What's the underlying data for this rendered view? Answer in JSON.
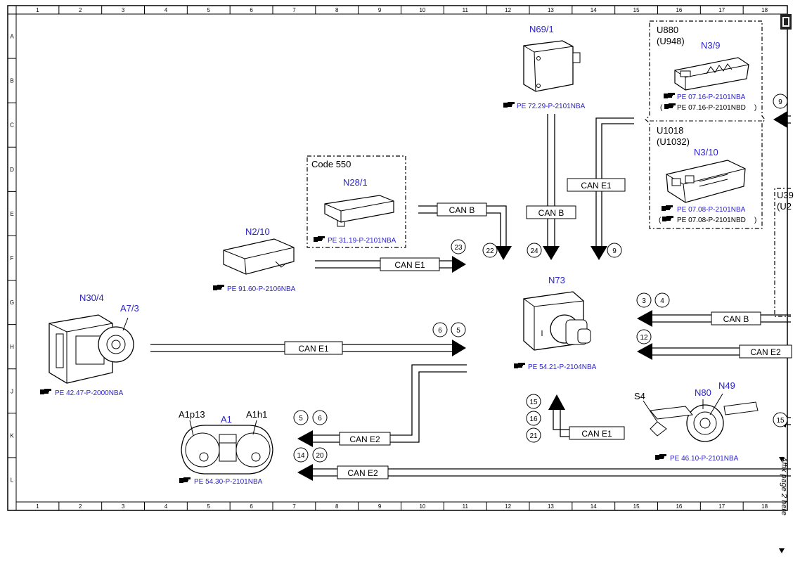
{
  "grid": {
    "columns": [
      "1",
      "2",
      "3",
      "4",
      "5",
      "6",
      "7",
      "8",
      "9",
      "10",
      "11",
      "12",
      "13",
      "14",
      "15",
      "16",
      "17",
      "18"
    ],
    "rows": [
      "A",
      "B",
      "C",
      "D",
      "E",
      "F",
      "G",
      "H",
      "J",
      "K",
      "L"
    ]
  },
  "components": {
    "n69_1": {
      "label": "N69/1",
      "ref": "PE 72.29-P-2101NBA"
    },
    "u880": {
      "code": "U880",
      "code_alt": "(U948)",
      "label": "N3/9",
      "ref": "PE 07.16-P-2101NBA",
      "ref2": "PE 07.16-P-2101NBD"
    },
    "u1018": {
      "code": "U1018",
      "code_alt": "(U1032)",
      "label": "N3/10",
      "ref": "PE 07.08-P-2101NBA",
      "ref2": "PE 07.08-P-2101NBD"
    },
    "n28_1": {
      "code": "Code 550",
      "label": "N28/1",
      "ref": "PE 31.19-P-2101NBA"
    },
    "n2_10": {
      "label": "N2/10",
      "ref": "PE 91.60-P-2106NBA"
    },
    "n30_4": {
      "label": "N30/4",
      "label2": "A7/3",
      "ref": "PE 42.47-P-2000NBA"
    },
    "n73": {
      "label": "N73",
      "ref": "PE 54.21-P-2104NBA"
    },
    "a1": {
      "label": "A1",
      "label_left": "A1p13",
      "label_right": "A1h1",
      "ref": "PE 54.30-P-2101NBA"
    },
    "n80": {
      "label": "N80",
      "label2": "N49",
      "label3": "S4",
      "ref": "PE 46.10-P-2101NBA"
    },
    "u39": {
      "code": "U39",
      "code_alt": "(U2"
    }
  },
  "buses": {
    "can_b": "CAN B",
    "can_e1": "CAN E1",
    "can_e2": "CAN E2"
  },
  "connectors": {
    "c9": "9",
    "c9b": "9",
    "c22": "22",
    "c23": "23",
    "c24": "24",
    "c6": "6",
    "c5": "5",
    "c3": "3",
    "c4": "4",
    "c12": "12",
    "c5b": "5",
    "c6b": "6",
    "c14": "14",
    "c20": "20",
    "c15": "15",
    "c16": "16",
    "c21": "21",
    "c15b": "15"
  },
  "side_note": "Affix page 2 here",
  "colors": {
    "label_blue": "#2b22c8",
    "line": "#000000"
  }
}
